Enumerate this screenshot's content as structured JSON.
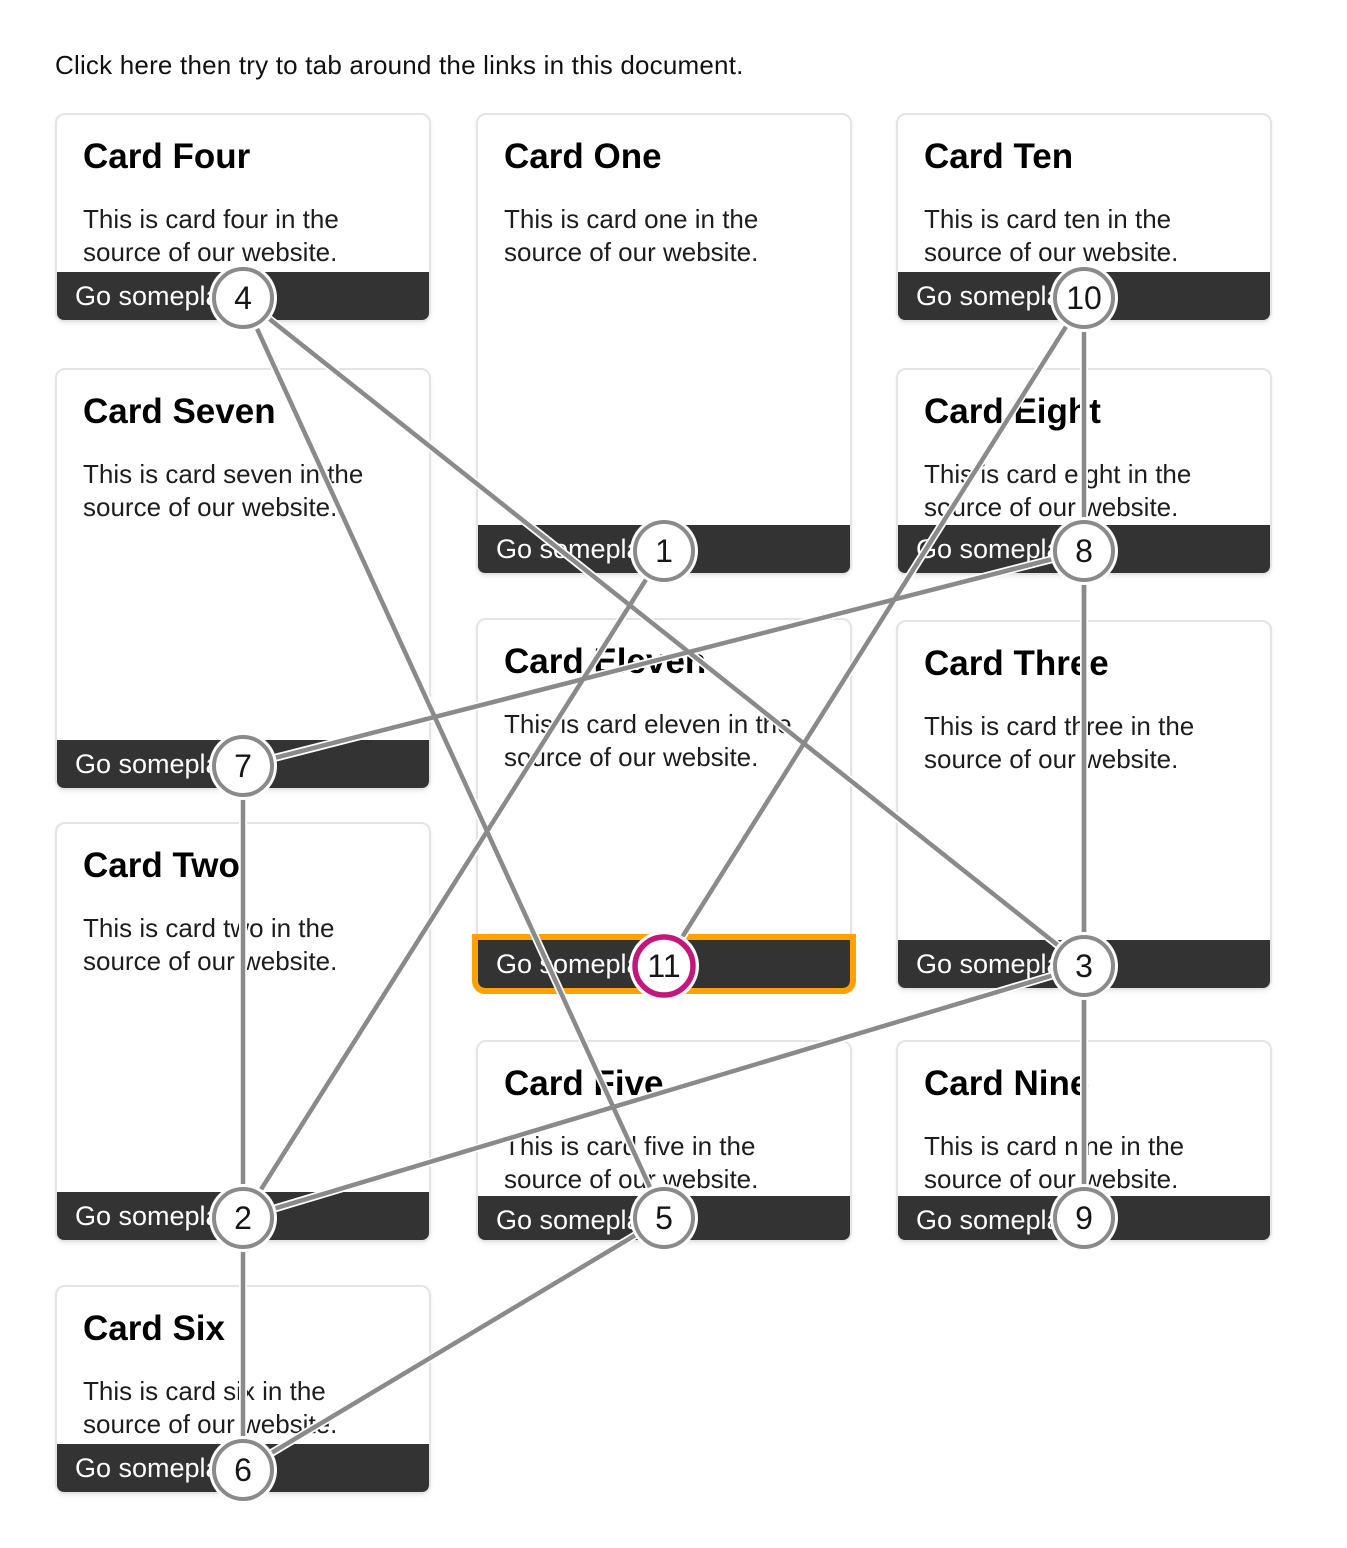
{
  "intro": {
    "text": "Click here then try to tab around the links in this document."
  },
  "colors": {
    "connector_line": "#8a8a8a",
    "connector_casing": "#ffffff",
    "badge_border": "#8a8a8a",
    "active_badge_border": "#c2187c",
    "focus_outline": "#ffa103",
    "button_background": "#333333",
    "button_text": "#ffffff",
    "card_border": "#e4e4e4"
  },
  "cards": [
    {
      "id": "four",
      "title": "Card Four",
      "text": "This is card four in the source of our website.",
      "button_label": "Go someplace",
      "tab_badge": "4"
    },
    {
      "id": "seven",
      "title": "Card Seven",
      "text": "This is card seven in the source of our website.",
      "button_label": "Go someplace",
      "tab_badge": "7"
    },
    {
      "id": "two",
      "title": "Card Two",
      "text": "This is card two in the source of our website.",
      "button_label": "Go someplace",
      "tab_badge": "2"
    },
    {
      "id": "six",
      "title": "Card Six",
      "text": "This is card six in the source of our website.",
      "button_label": "Go someplace",
      "tab_badge": "6"
    },
    {
      "id": "one",
      "title": "Card One",
      "text": "This is card one in the source of our website.",
      "button_label": "Go someplace",
      "tab_badge": "1"
    },
    {
      "id": "eleven",
      "title": "Card Eleven",
      "text": "This is card eleven in the source of our website.",
      "button_label": "Go someplace",
      "tab_badge": "11",
      "focused": true
    },
    {
      "id": "five",
      "title": "Card Five",
      "text": "This is card five in the source of our website.",
      "button_label": "Go someplace",
      "tab_badge": "5"
    },
    {
      "id": "ten",
      "title": "Card Ten",
      "text": "This is card ten in the source of our website.",
      "button_label": "Go someplace",
      "tab_badge": "10"
    },
    {
      "id": "eight",
      "title": "Card Eight",
      "text": "This is card eight in the source of our website.",
      "button_label": "Go someplace",
      "tab_badge": "8"
    },
    {
      "id": "three",
      "title": "Card Three",
      "text": "This is card three in the source of our website.",
      "button_label": "Go someplace",
      "tab_badge": "3"
    },
    {
      "id": "nine",
      "title": "Card Nine",
      "text": "This is card nine in the source of our website.",
      "button_label": "Go someplace",
      "tab_badge": "9"
    }
  ],
  "tab_sequence": [
    "1",
    "2",
    "3",
    "4",
    "5",
    "6",
    "7",
    "8",
    "9",
    "10",
    "11"
  ],
  "tab_connections": [
    [
      "1",
      "2"
    ],
    [
      "2",
      "3"
    ],
    [
      "3",
      "4"
    ],
    [
      "4",
      "5"
    ],
    [
      "5",
      "6"
    ],
    [
      "6",
      "7"
    ],
    [
      "7",
      "8"
    ],
    [
      "8",
      "9"
    ],
    [
      "9",
      "10"
    ],
    [
      "10",
      "11"
    ]
  ]
}
